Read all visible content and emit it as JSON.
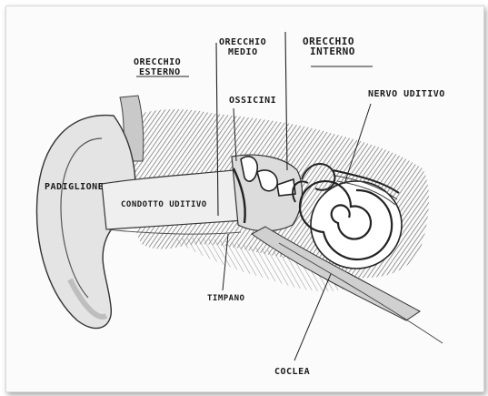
{
  "labels": {
    "orecchio_esterno": [
      "ORECCHIO",
      "ESTERNO"
    ],
    "orecchio_medio": [
      "ORECCHIO",
      "MEDIO"
    ],
    "orecchio_interno": [
      "ORECCHIO",
      "INTERNO"
    ],
    "nervo_uditivo": "NERVO UDITIVO",
    "ossicini": "OSSICINI",
    "padiglione": "PADIGLIONE",
    "condotto_uditivo": "CONDOTTO UDITIVO",
    "timpano": "TIMPANO",
    "coclea": "COCLEA"
  },
  "colors": {
    "ink": "#1b1b1b",
    "shading_dark": "#6f6f6f",
    "shading_light": "#b5b5b5",
    "paper": "#fbfbfb"
  }
}
